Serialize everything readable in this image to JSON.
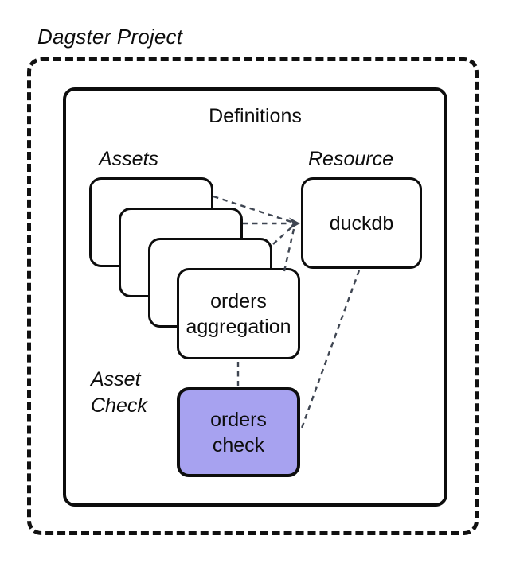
{
  "title": "Dagster Project",
  "definitions": {
    "label": "Definitions"
  },
  "groups": {
    "assets": {
      "label": "Assets"
    },
    "resource": {
      "label": "Resource"
    },
    "asset_check": {
      "label_line1": "Asset",
      "label_line2": "Check"
    }
  },
  "nodes": {
    "orders_aggregation": {
      "line1": "orders",
      "line2": "aggregation"
    },
    "duckdb": {
      "label": "duckdb"
    },
    "orders_check": {
      "line1": "orders",
      "line2": "check"
    }
  },
  "edges": [
    {
      "from": "asset-card-1",
      "to": "duckdb",
      "style": "dashed-arrow"
    },
    {
      "from": "asset-card-2",
      "to": "duckdb",
      "style": "dashed-arrow"
    },
    {
      "from": "asset-card-3",
      "to": "duckdb",
      "style": "dashed-arrow"
    },
    {
      "from": "orders-aggregation",
      "to": "duckdb",
      "style": "dashed-arrow"
    },
    {
      "from": "duckdb",
      "to": "orders-check",
      "style": "dashed"
    },
    {
      "from": "orders-aggregation",
      "to": "orders-check",
      "style": "dashed"
    }
  ],
  "colors": {
    "background": "#ffffff",
    "node_border": "#0d0d0d",
    "asset_check_fill": "#a7a2f0",
    "connector": "#3f4652"
  }
}
